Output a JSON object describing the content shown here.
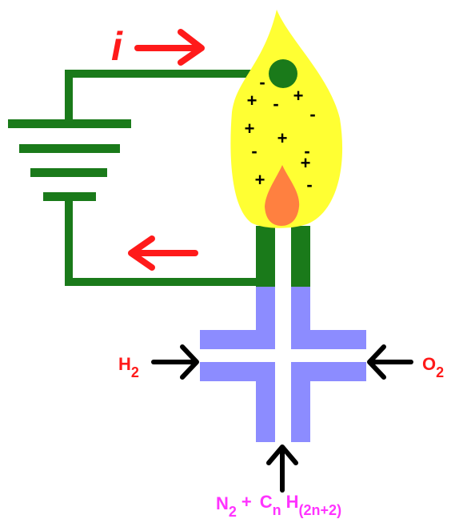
{
  "labels": {
    "current": "i",
    "h2_main": "H",
    "h2_sub": "2",
    "o2_main": "O",
    "o2_sub": "2",
    "n2_main": "N",
    "n2_sub": "2",
    "plus": "+",
    "c_main": "C",
    "c_sub": "n",
    "h_main": "H",
    "h_sub": "(2n+2)"
  },
  "charges": [
    "-",
    "+",
    "+",
    "-",
    "+",
    "-",
    "+",
    "-",
    "-",
    "+",
    "+",
    "-"
  ],
  "colors": {
    "wire": "#1a7a1a",
    "arrow_red": "#ff1a1a",
    "flame_yellow": "#ffff33",
    "inner_flame": "#ff8040",
    "pipe": "#8c8cff",
    "gas_black": "#000000",
    "h2_o2": "#ff1a1a",
    "fuel_magenta": "#ff33ff"
  }
}
